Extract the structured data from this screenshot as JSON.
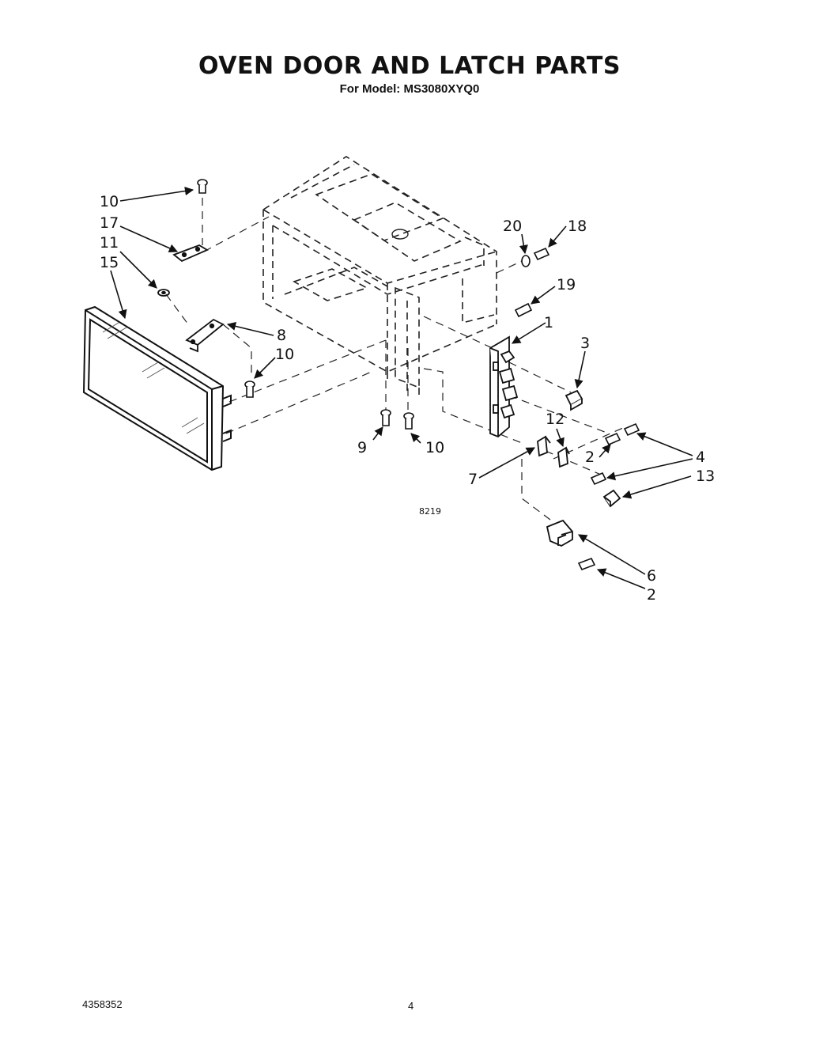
{
  "header": {
    "title": "OVEN DOOR AND LATCH PARTS",
    "subtitle": "For Model: MS3080XYQ0"
  },
  "diagram": {
    "callouts": [
      "10",
      "17",
      "11",
      "15",
      "8",
      "10",
      "9",
      "10",
      "20",
      "18",
      "19",
      "1",
      "3",
      "12",
      "2",
      "4",
      "7",
      "13",
      "6",
      "2"
    ],
    "figure_code": "8219"
  },
  "footer": {
    "document_number": "4358352",
    "page_number": "4"
  }
}
